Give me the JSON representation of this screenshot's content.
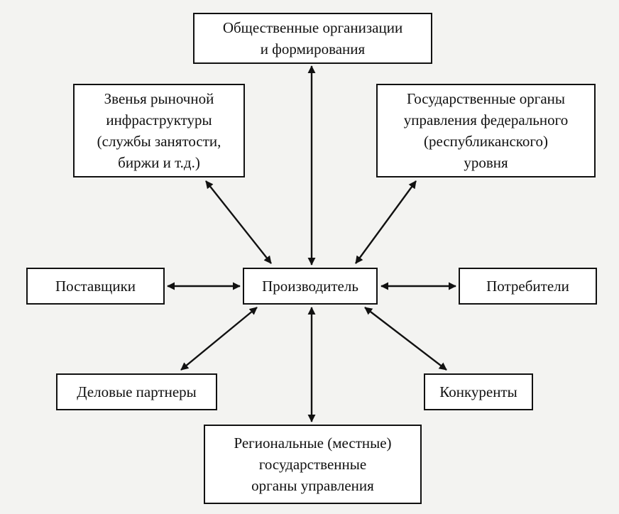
{
  "diagram": {
    "center": {
      "label": "Производитель"
    },
    "nodes": {
      "public": "Общественные организации\nи формирования",
      "infrastructure": "Звенья рыночной\nинфраструктуры\n(службы занятости,\nбиржи и т.д.)",
      "government": "Государственные органы\nуправления федерального\n(республиканского)\nуровня",
      "suppliers": "Поставщики",
      "consumers": "Потребители",
      "partners": "Деловые партнеры",
      "competitors": "Конкуренты",
      "regional": "Региональные (местные)\nгосударственные\nорганы управления"
    },
    "connections": [
      {
        "from": "Производитель",
        "to": "Общественные организации и формирования",
        "direction": "both"
      },
      {
        "from": "Производитель",
        "to": "Звенья рыночной инфраструктуры",
        "direction": "both"
      },
      {
        "from": "Производитель",
        "to": "Государственные органы управления федерального уровня",
        "direction": "both"
      },
      {
        "from": "Производитель",
        "to": "Поставщики",
        "direction": "both"
      },
      {
        "from": "Производитель",
        "to": "Потребители",
        "direction": "both"
      },
      {
        "from": "Производитель",
        "to": "Деловые партнеры",
        "direction": "both"
      },
      {
        "from": "Производитель",
        "to": "Конкуренты",
        "direction": "both"
      },
      {
        "from": "Производитель",
        "to": "Региональные (местные) государственные органы управления",
        "direction": "both"
      }
    ],
    "colors": {
      "line": "#111111",
      "box_border": "#111111",
      "box_fill": "#ffffff",
      "background": "#f3f3f1"
    }
  }
}
